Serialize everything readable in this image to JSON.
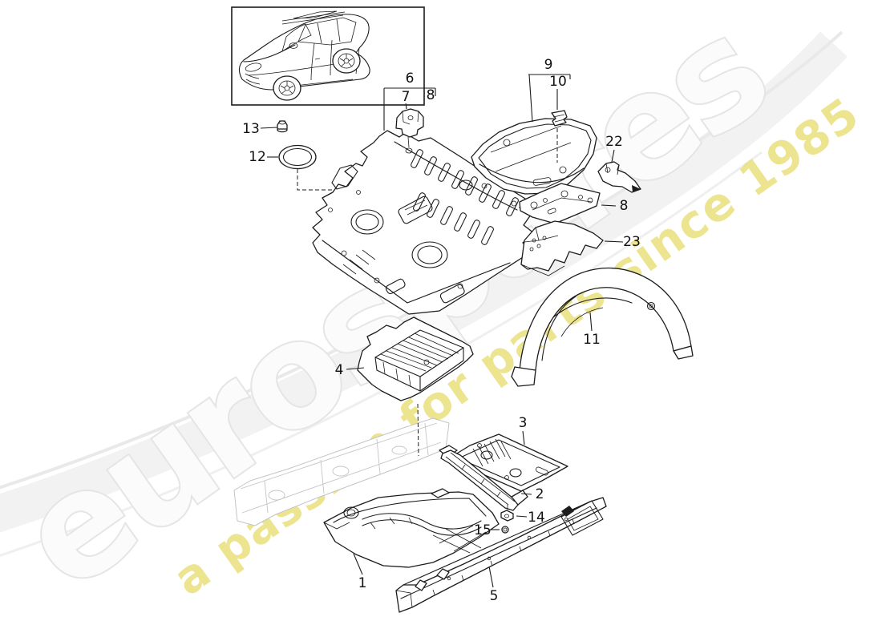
{
  "watermark": {
    "brand": "eurospares",
    "tagline": "a passion for parts since 1985"
  },
  "callouts": {
    "c1": "1",
    "c2": "2",
    "c3": "3",
    "c4": "4",
    "c5": "5",
    "c6": "6",
    "c7": "7",
    "c8a": "8",
    "c8b": "8",
    "c9": "9",
    "c10": "10",
    "c11": "11",
    "c12": "12",
    "c13": "13",
    "c14": "14",
    "c15": "15",
    "c22": "22",
    "c23": "23"
  },
  "colors": {
    "line": "#1c1c1c",
    "ghost_part": "#c4c4c4",
    "watermark_gray": "#e7e7e7",
    "watermark_yellow": "#e9e07c",
    "background": "#ffffff"
  }
}
